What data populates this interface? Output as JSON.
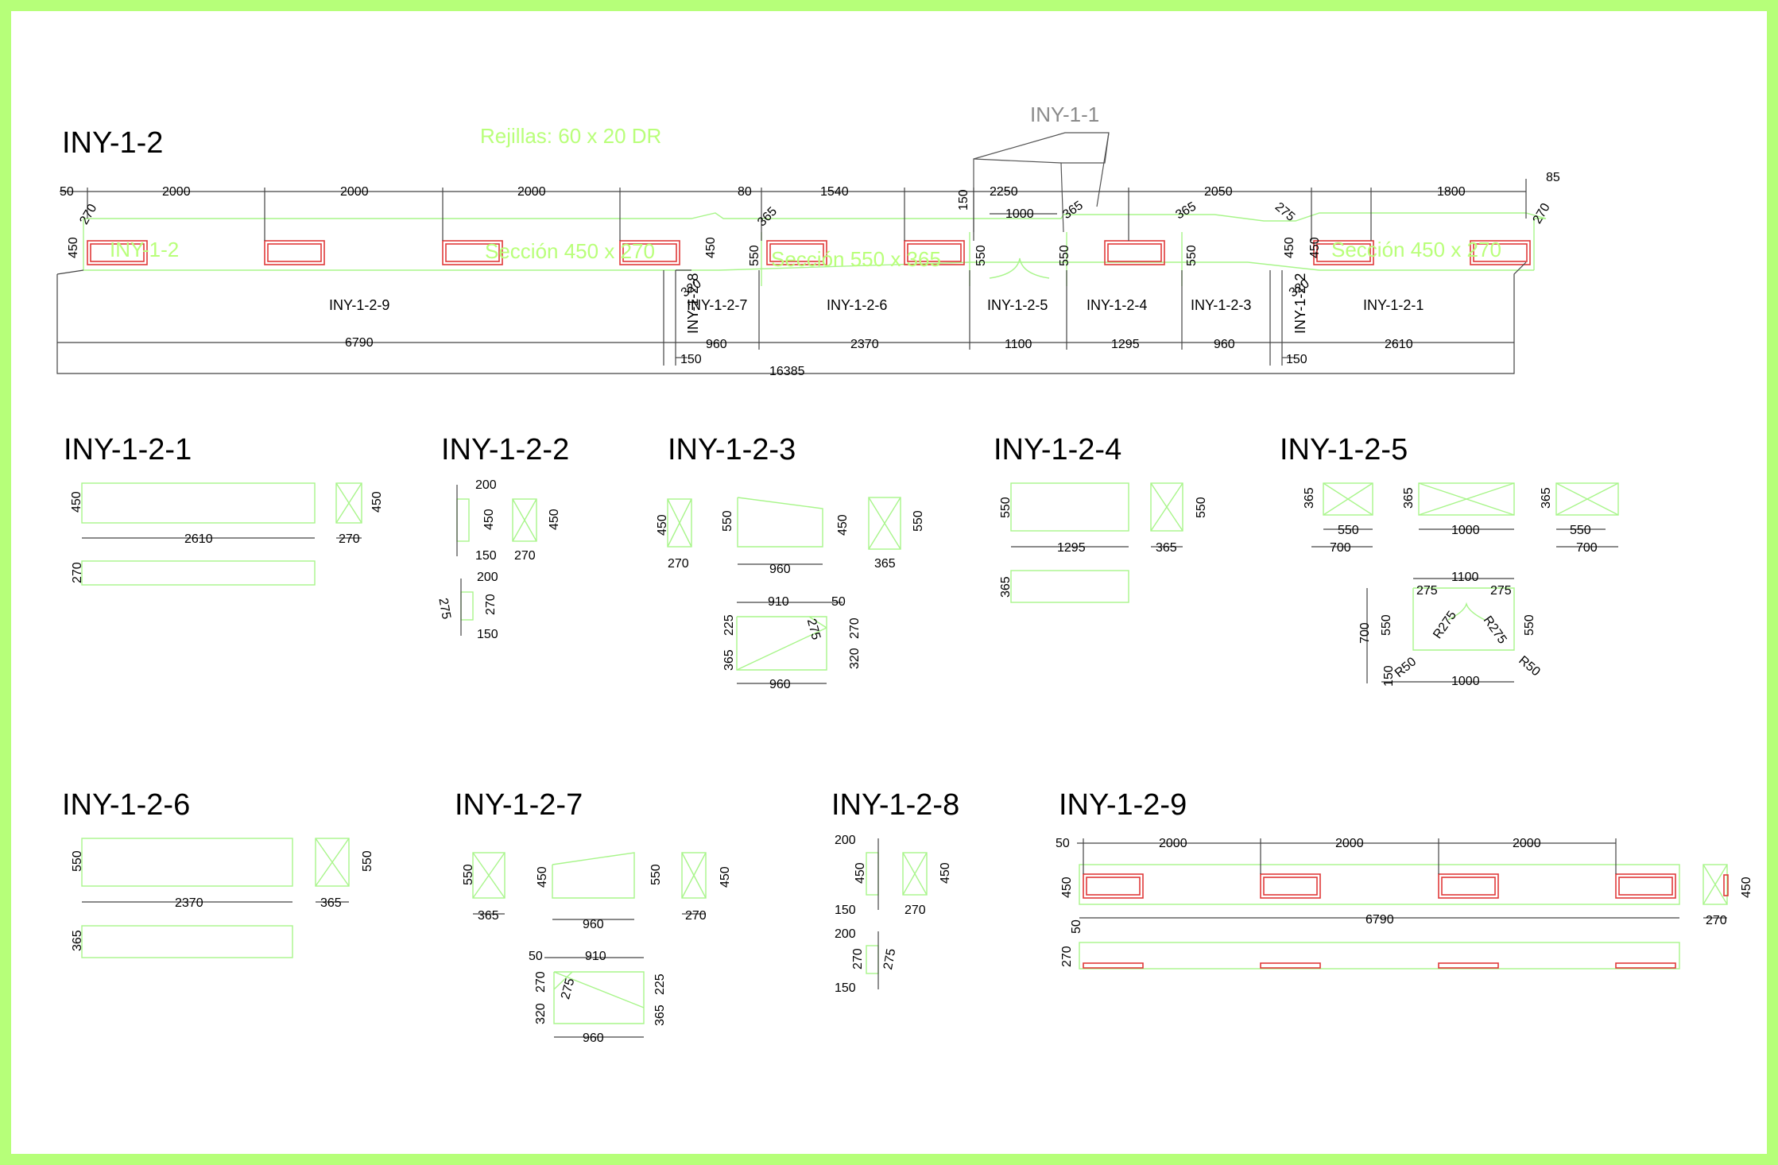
{
  "main": {
    "title": "INY-1-2",
    "grilles_note": "Rejillas: 60 x 20 DR",
    "branch_label": "INY-1-1",
    "section_label_left": "INY-1-2",
    "section_a": "Sección 450 x 270",
    "section_b": "Sección 550 x 365",
    "section_c": "Sección 450 x 270",
    "segments": [
      "INY-1-2-9",
      "INY-1-2-8",
      "INY-1-2-7",
      "INY-1-2-6",
      "INY-1-2-5",
      "INY-1-2-4",
      "INY-1-2-3",
      "INY-1-2-2",
      "INY-1-2-1"
    ],
    "top_dims": [
      "50",
      "2000",
      "2000",
      "2000",
      "80",
      "1540",
      "2250",
      "1000",
      "150",
      "2050",
      "1800",
      "85",
      "270",
      "365",
      "365",
      "275",
      "270",
      "365"
    ],
    "side_dims": [
      "450",
      "450",
      "550",
      "550",
      "550",
      "550",
      "450",
      "450",
      "320",
      "320"
    ],
    "bottom_dims": [
      "6790",
      "960",
      "2370",
      "1100",
      "1295",
      "960",
      "2610",
      "150",
      "150",
      "16385"
    ]
  },
  "parts": [
    {
      "title": "INY-1-2-1",
      "dims": [
        "450",
        "2610",
        "450",
        "270",
        "270"
      ]
    },
    {
      "title": "INY-1-2-2",
      "dims": [
        "200",
        "450",
        "150",
        "450",
        "270",
        "200",
        "275",
        "270",
        "150"
      ]
    },
    {
      "title": "INY-1-2-3",
      "dims": [
        "450",
        "270",
        "550",
        "960",
        "450",
        "550",
        "365",
        "910",
        "50",
        "225",
        "275",
        "270",
        "365",
        "320",
        "960"
      ]
    },
    {
      "title": "INY-1-2-4",
      "dims": [
        "550",
        "1295",
        "550",
        "365",
        "365"
      ]
    },
    {
      "title": "INY-1-2-5",
      "dims": [
        "365",
        "550",
        "700",
        "365",
        "1000",
        "365",
        "550",
        "700",
        "1100",
        "275",
        "275",
        "700",
        "550",
        "R275",
        "R275",
        "550",
        "150",
        "R50",
        "1000",
        "R50"
      ]
    },
    {
      "title": "INY-1-2-6",
      "dims": [
        "550",
        "2370",
        "550",
        "365",
        "365"
      ]
    },
    {
      "title": "INY-1-2-7",
      "dims": [
        "550",
        "365",
        "450",
        "960",
        "550",
        "450",
        "270",
        "50",
        "910",
        "270",
        "275",
        "225",
        "320",
        "365",
        "960"
      ]
    },
    {
      "title": "INY-1-2-8",
      "dims": [
        "200",
        "450",
        "150",
        "450",
        "270",
        "200",
        "270",
        "275",
        "150"
      ]
    },
    {
      "title": "INY-1-2-9",
      "dims": [
        "50",
        "2000",
        "2000",
        "2000",
        "450",
        "6790",
        "450",
        "270",
        "50",
        "270"
      ]
    }
  ]
}
